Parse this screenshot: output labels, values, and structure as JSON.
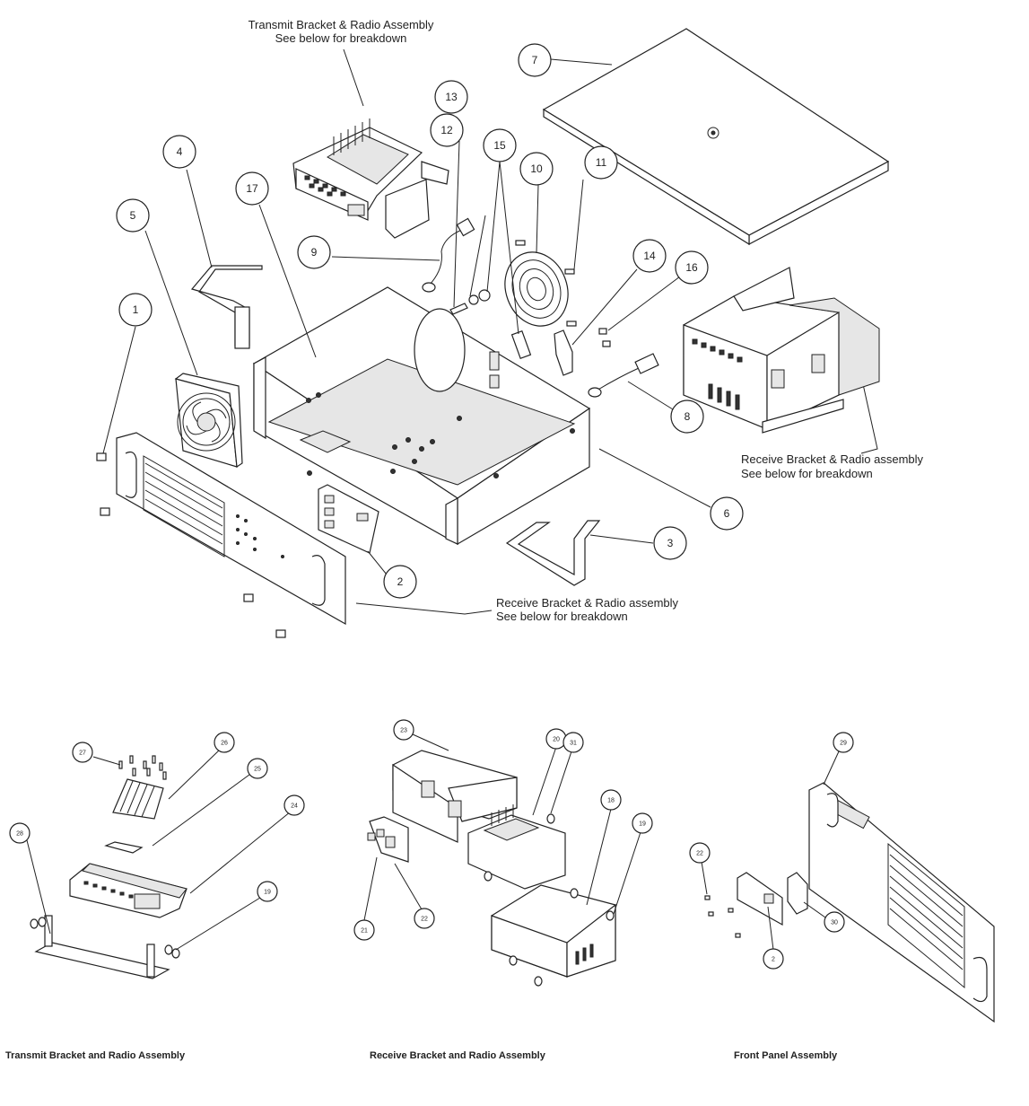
{
  "top_captions": {
    "transmit_line1": "Transmit Bracket & Radio Assembly",
    "transmit_line2": "See below for breakdown",
    "receive_right_line1": "Receive Bracket & Radio assembly",
    "receive_right_line2": "See below for breakdown",
    "receive_bottom_line1": "Receive Bracket & Radio assembly",
    "receive_bottom_line2": "See below for breakdown"
  },
  "main_callouts": [
    "1",
    "2",
    "3",
    "4",
    "5",
    "6",
    "7",
    "8",
    "9",
    "10",
    "11",
    "12",
    "13",
    "14",
    "15",
    "16",
    "17"
  ],
  "transmit_callouts": [
    "27",
    "26",
    "25",
    "24",
    "28",
    "19"
  ],
  "receive_callouts": [
    "23",
    "20",
    "31",
    "18",
    "19",
    "21",
    "22"
  ],
  "front_panel_callouts": [
    "29",
    "22",
    "30",
    "2"
  ],
  "section_titles": {
    "transmit": "Transmit Bracket and Radio Assembly",
    "receive": "Receive Bracket and Radio Assembly",
    "front_panel": "Front Panel Assembly"
  }
}
